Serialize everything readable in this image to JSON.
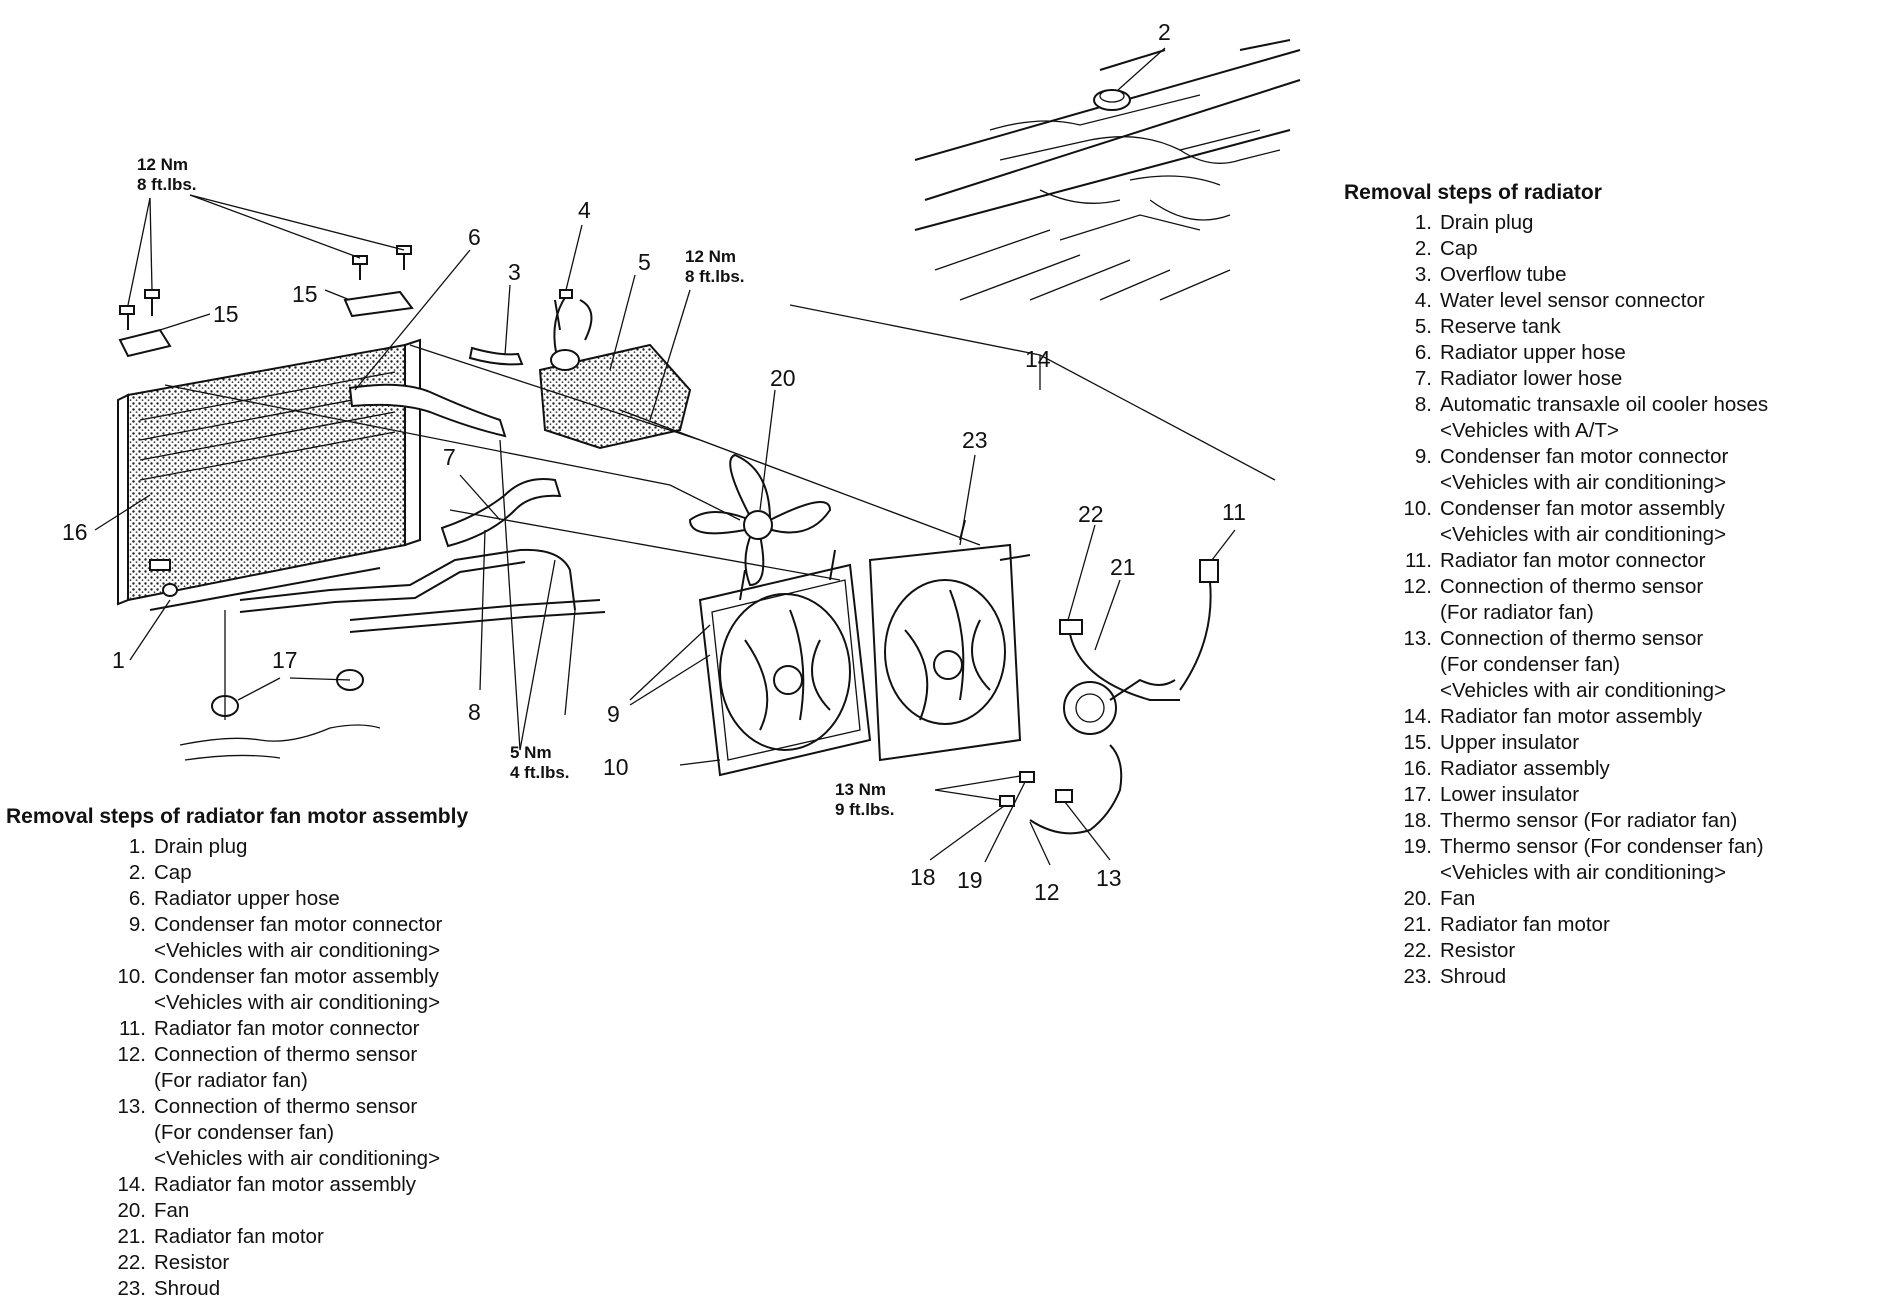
{
  "diagram": {
    "callouts": [
      {
        "id": "c1",
        "text": "1"
      },
      {
        "id": "c2",
        "text": "2"
      },
      {
        "id": "c3",
        "text": "3"
      },
      {
        "id": "c4",
        "text": "4"
      },
      {
        "id": "c5",
        "text": "5"
      },
      {
        "id": "c6",
        "text": "6"
      },
      {
        "id": "c7",
        "text": "7"
      },
      {
        "id": "c8",
        "text": "8"
      },
      {
        "id": "c9",
        "text": "9"
      },
      {
        "id": "c10",
        "text": "10"
      },
      {
        "id": "c11",
        "text": "11"
      },
      {
        "id": "c12",
        "text": "12"
      },
      {
        "id": "c13",
        "text": "13"
      },
      {
        "id": "c14",
        "text": "14"
      },
      {
        "id": "c15a",
        "text": "15"
      },
      {
        "id": "c15b",
        "text": "15"
      },
      {
        "id": "c16",
        "text": "16"
      },
      {
        "id": "c17",
        "text": "17"
      },
      {
        "id": "c18",
        "text": "18"
      },
      {
        "id": "c19",
        "text": "19"
      },
      {
        "id": "c20",
        "text": "20"
      },
      {
        "id": "c21",
        "text": "21"
      },
      {
        "id": "c22",
        "text": "22"
      },
      {
        "id": "c23",
        "text": "23"
      }
    ],
    "torques": [
      {
        "nm": "12 Nm",
        "ftlbs": "8 ft.lbs."
      },
      {
        "nm": "12 Nm",
        "ftlbs": "8 ft.lbs."
      },
      {
        "nm": "5 Nm",
        "ftlbs": "4 ft.lbs."
      },
      {
        "nm": "13 Nm",
        "ftlbs": "9 ft.lbs."
      }
    ]
  },
  "radiator_steps": {
    "title": "Removal steps of radiator",
    "items": [
      {
        "num": "1.",
        "text": "Drain plug"
      },
      {
        "num": "2.",
        "text": "Cap"
      },
      {
        "num": "3.",
        "text": "Overflow tube"
      },
      {
        "num": "4.",
        "text": "Water level sensor connector"
      },
      {
        "num": "5.",
        "text": "Reserve tank"
      },
      {
        "num": "6.",
        "text": "Radiator upper hose"
      },
      {
        "num": "7.",
        "text": "Radiator lower hose"
      },
      {
        "num": "8.",
        "text": "Automatic transaxle oil cooler hoses",
        "sub": [
          "<Vehicles with A/T>"
        ]
      },
      {
        "num": "9.",
        "text": "Condenser fan motor connector",
        "sub": [
          "<Vehicles with air conditioning>"
        ]
      },
      {
        "num": "10.",
        "text": "Condenser fan motor assembly",
        "sub": [
          "<Vehicles with air conditioning>"
        ]
      },
      {
        "num": "11.",
        "text": "Radiator fan motor connector"
      },
      {
        "num": "12.",
        "text": "Connection of thermo sensor",
        "sub": [
          "(For radiator fan)"
        ]
      },
      {
        "num": "13.",
        "text": "Connection of thermo sensor",
        "sub": [
          "(For condenser fan)",
          "<Vehicles with air conditioning>"
        ]
      },
      {
        "num": "14.",
        "text": "Radiator fan motor assembly"
      },
      {
        "num": "15.",
        "text": "Upper insulator"
      },
      {
        "num": "16.",
        "text": "Radiator assembly"
      },
      {
        "num": "17.",
        "text": "Lower insulator"
      },
      {
        "num": "18.",
        "text": "Thermo sensor (For radiator fan)"
      },
      {
        "num": "19.",
        "text": "Thermo sensor (For condenser fan)",
        "sub": [
          "<Vehicles with air conditioning>"
        ]
      },
      {
        "num": "20.",
        "text": "Fan"
      },
      {
        "num": "21.",
        "text": "Radiator fan motor"
      },
      {
        "num": "22.",
        "text": "Resistor"
      },
      {
        "num": "23.",
        "text": "Shroud"
      }
    ]
  },
  "fan_motor_steps": {
    "title": "Removal steps of radiator fan motor assembly",
    "items": [
      {
        "num": "1.",
        "text": "Drain plug"
      },
      {
        "num": "2.",
        "text": "Cap"
      },
      {
        "num": "6.",
        "text": "Radiator upper hose"
      },
      {
        "num": "9.",
        "text": "Condenser fan motor connector",
        "sub": [
          "<Vehicles with air conditioning>"
        ]
      },
      {
        "num": "10.",
        "text": "Condenser fan motor assembly",
        "sub": [
          "<Vehicles with air conditioning>"
        ]
      },
      {
        "num": "11.",
        "text": "Radiator fan motor connector"
      },
      {
        "num": "12.",
        "text": "Connection of thermo sensor",
        "sub": [
          "(For radiator fan)"
        ]
      },
      {
        "num": "13.",
        "text": "Connection of thermo sensor",
        "sub": [
          "(For condenser fan)",
          "<Vehicles with air conditioning>"
        ]
      },
      {
        "num": "14.",
        "text": "Radiator fan motor assembly"
      },
      {
        "num": "20.",
        "text": "Fan"
      },
      {
        "num": "21.",
        "text": "Radiator fan motor"
      },
      {
        "num": "22.",
        "text": "Resistor"
      },
      {
        "num": "23.",
        "text": "Shroud"
      }
    ]
  }
}
